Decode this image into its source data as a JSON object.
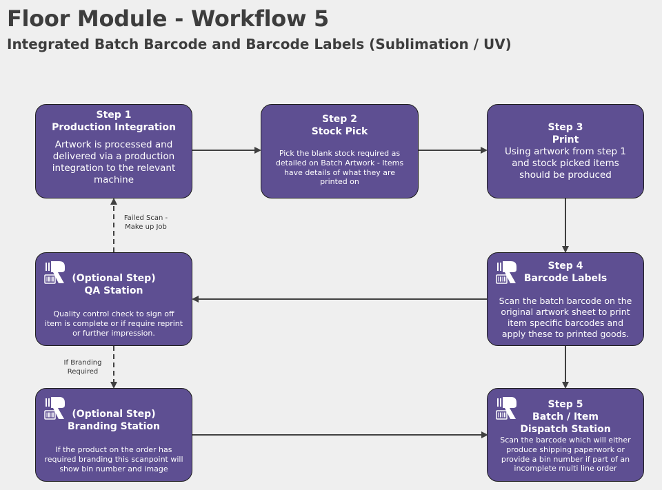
{
  "header": {
    "title": "Floor Module - Workflow 5",
    "subtitle": "Integrated Batch Barcode and Barcode Labels (Sublimation / UV)"
  },
  "colors": {
    "node_fill": "#5e4f92",
    "node_border": "#1e1e1e",
    "background": "#efefef",
    "arrow": "#404040"
  },
  "nodes": {
    "step1": {
      "step": "Step 1",
      "name": "Production Integration",
      "desc": "Artwork is processed and delivered via a production integration to the relevant machine"
    },
    "step2": {
      "step": "Step 2",
      "name": "Stock Pick",
      "desc": "Pick the blank stock required as detailed on Batch Artwork - Items have details of what they are printed on"
    },
    "step3": {
      "step": "Step 3",
      "name": "Print",
      "desc": "Using artwork from step 1 and stock picked items should be produced"
    },
    "step4": {
      "step": "Step 4",
      "name": "Barcode Labels",
      "desc": "Scan the batch barcode on the original artwork sheet to print item specific barcodes and apply these to printed goods.",
      "icon": "barcode-scanner-icon"
    },
    "step5": {
      "step": "Step 5",
      "name": "Batch / Item",
      "name2": "Dispatch Station",
      "desc": "Scan the barcode which will either produce shipping paperwork or provide a bin number if part of an incomplete multi line order",
      "icon": "barcode-scanner-icon"
    },
    "qa": {
      "step": "(Optional Step)",
      "name": "QA Station",
      "desc": "Quality control check to sign off item is complete or if require reprint or further impression.",
      "icon": "barcode-scanner-icon"
    },
    "branding": {
      "step": "(Optional Step)",
      "name": "Branding Station",
      "desc": "If the product on the order has required branding this scanpoint will show bin number and image",
      "icon": "barcode-scanner-icon"
    }
  },
  "edges": {
    "qa_to_step1": "Failed Scan - Make up Job",
    "qa_to_branding": "If Branding Required"
  }
}
